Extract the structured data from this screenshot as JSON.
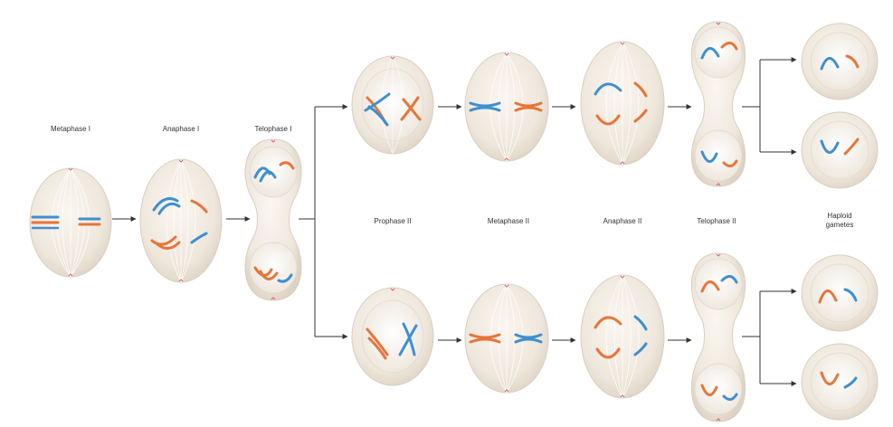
{
  "labels": {
    "metaphase_1": "Metaphase I",
    "anaphase_1": "Anaphase I",
    "telophase_1": "Telophase I",
    "prophase_2": "Prophase II",
    "metaphase_2": "Metaphase II",
    "anaphase_2": "Anaphase II",
    "telophase_2": "Telophase II",
    "haploid_gametes_line1": "Haploid",
    "haploid_gametes_line2": "gametes"
  },
  "colors": {
    "cell_fill": "#f1ebe2",
    "cell_edge": "#d8cfc2",
    "spindle": "#ffffff",
    "chromosome_blue": "#3f8fd0",
    "chromosome_orange": "#e8743a",
    "centriole": "#e05a7a",
    "arrow": "#333333"
  }
}
